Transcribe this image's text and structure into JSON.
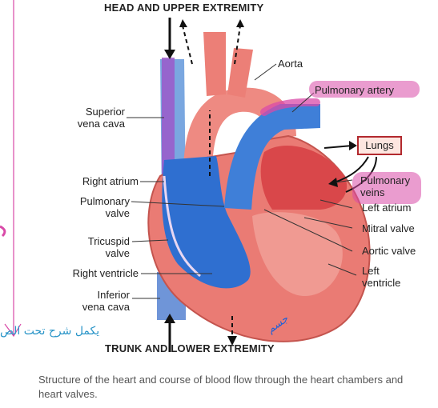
{
  "headers": {
    "top": "HEAD AND UPPER EXTREMITY",
    "bottom": "TRUNK AND LOWER EXTREMITY"
  },
  "labels": {
    "aorta": "Aorta",
    "pulmonary_artery": "Pulmonary artery",
    "lungs": "Lungs",
    "superior_vena_cava": [
      "Superior",
      "vena cava"
    ],
    "right_atrium": "Right atrium",
    "pulmonary_valve": [
      "Pulmonary",
      "valve"
    ],
    "tricuspid_valve": [
      "Tricuspid",
      "valve"
    ],
    "right_ventricle": "Right ventricle",
    "inferior_vena_cava": [
      "Inferior",
      "vena cava"
    ],
    "pulmonary_veins": [
      "Pulmonary",
      "veins"
    ],
    "left_atrium": "Left atrium",
    "mitral_valve": "Mitral valve",
    "aortic_valve": "Aortic valve",
    "left_ventricle": [
      "Left",
      "ventricle"
    ]
  },
  "caption": "Structure of the heart and course of blood flow through the heart chambers and heart valves.",
  "annotations": {
    "arabic_note": "يكمل شرح تحت الص",
    "handwritten_mark": "جسم"
  },
  "colors": {
    "oxygenated": "#e8706a",
    "deoxygenated": "#2f6fd0",
    "highlight": "#d94aa8",
    "lungs_border": "#b2292e"
  }
}
